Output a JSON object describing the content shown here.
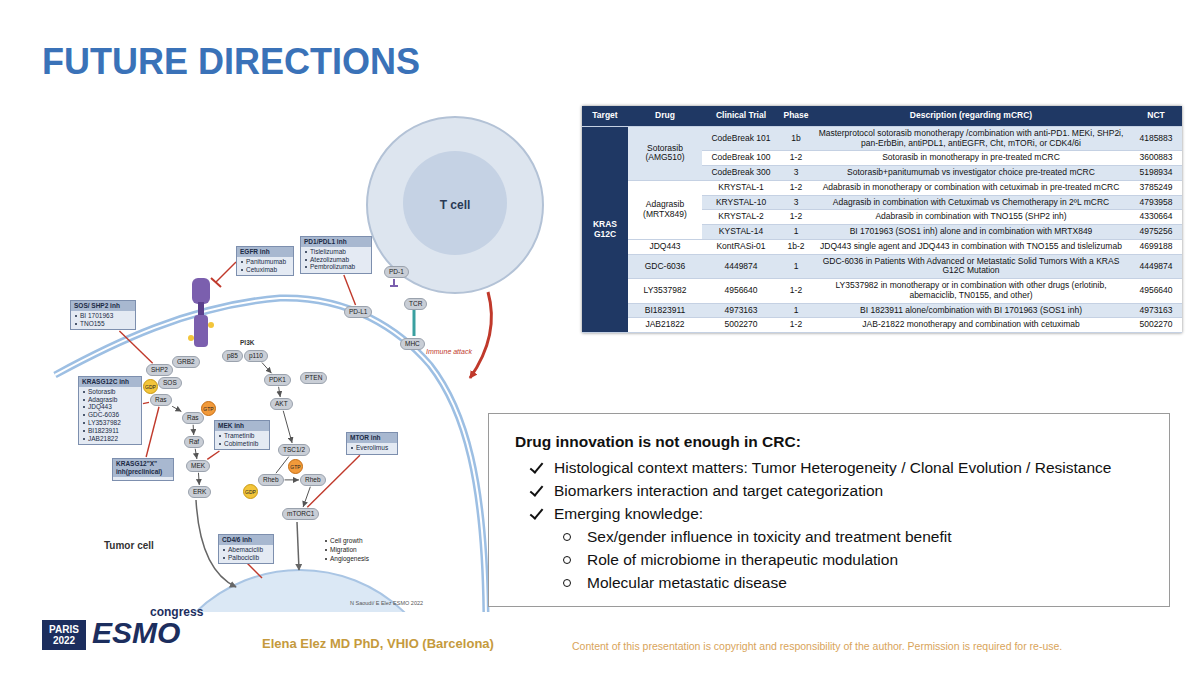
{
  "diagram": {
    "title": "FUTURE DIRECTIONS",
    "nodes": [
      {
        "text": [
          "PD1/PDL1 inh",
          "Tislelizumab",
          "Atezolizumab",
          "Pembrolizumab"
        ]
      },
      {
        "text": [
          "EGFR inh",
          "Panitumumab",
          "Cetuximab"
        ]
      },
      {
        "text": [
          "T cell"
        ]
      },
      {
        "text": [
          "SOS/ SHP2 inh",
          "BI 1701963",
          "TNO155"
        ]
      },
      {
        "text": [
          "KRASG12C inh",
          "Sotorasib",
          "Adagrasib",
          "JDQ443",
          "GDC-6036",
          "LY3537982",
          "BI1823911",
          "JAB21822"
        ]
      },
      {
        "text": [
          "MEK inh",
          "Trametinib",
          "Cobimetinib"
        ]
      },
      {
        "text": [
          "KRASG12\"X\" inh(preclinical)"
        ]
      },
      {
        "text": [
          "MTOR inh",
          "Everolimus"
        ]
      },
      {
        "text": [
          "CD4/6 inh",
          "Abemaciclib",
          "Palbociclib"
        ]
      },
      {
        "text": [
          "SHP2"
        ]
      },
      {
        "text": [
          "GRB2"
        ]
      },
      {
        "text": [
          "SOS"
        ]
      },
      {
        "text": [
          "Ras"
        ]
      },
      {
        "text": [
          "GDP"
        ]
      },
      {
        "text": [
          "GTP"
        ]
      },
      {
        "text": [
          "Ras"
        ]
      },
      {
        "text": [
          "Raf"
        ]
      },
      {
        "text": [
          "MEK"
        ]
      },
      {
        "text": [
          "ERK"
        ]
      },
      {
        "text": [
          "p85"
        ]
      },
      {
        "text": [
          "p110"
        ]
      },
      {
        "text": [
          "PDK1"
        ]
      },
      {
        "text": [
          "PTEN"
        ]
      },
      {
        "text": [
          "AKT"
        ]
      },
      {
        "text": [
          "TSC1/2"
        ]
      },
      {
        "text": [
          "Rheb"
        ]
      },
      {
        "text": [
          "GDP"
        ]
      },
      {
        "text": [
          "Rheb"
        ]
      },
      {
        "text": [
          "GTP"
        ]
      },
      {
        "text": [
          "mTORC1"
        ]
      },
      {
        "text": [
          "PD-1"
        ]
      },
      {
        "text": [
          "PD-L1"
        ]
      },
      {
        "text": [
          "TCR"
        ]
      },
      {
        "text": [
          "MHC"
        ]
      },
      {
        "text": [
          "Drug innovation is not enough in CRC:",
          "Histological context matters: Tumor Heterogeneity / Clonal Evolution / Resistance",
          "Biomarkers interaction and target categorization",
          "Emerging knowledge:",
          "Sex/gender influence in toxicity and treatment benefit",
          "Role of microbiome in therapeutic modulation",
          "Molecular metastatic disease"
        ]
      },
      {
        "text": [
          "PARIS 2022"
        ]
      }
    ],
    "edges": [
      {
        "from": 12,
        "to": 15,
        "arrow": "to"
      },
      {
        "from": 15,
        "to": 16,
        "arrow": "to"
      },
      {
        "from": 16,
        "to": 17,
        "arrow": "to"
      },
      {
        "from": 17,
        "to": 18,
        "arrow": "to"
      },
      {
        "from": 20,
        "to": 21,
        "arrow": "to"
      },
      {
        "from": 21,
        "to": 23,
        "arrow": "to"
      },
      {
        "from": 23,
        "to": 24,
        "arrow": "to"
      },
      {
        "from": 24,
        "to": 25,
        "arrow": "none"
      },
      {
        "from": 25,
        "to": 27,
        "arrow": "to"
      },
      {
        "from": 27,
        "to": 29,
        "arrow": "to"
      },
      {
        "from": 3,
        "to": 9,
        "arrow": "none"
      },
      {
        "from": 4,
        "to": 12,
        "arrow": "none"
      },
      {
        "from": 6,
        "to": 12,
        "arrow": "none"
      },
      {
        "from": 5,
        "to": 17,
        "arrow": "none"
      },
      {
        "from": 7,
        "to": 29,
        "arrow": "none"
      },
      {
        "from": 0,
        "to": 31,
        "arrow": "none"
      }
    ],
    "labels": [
      "Target",
      "Drug",
      "Clinical Trial",
      "Phase",
      "Description (regarding mCRC)",
      "NCT",
      "KRAS G12C",
      "Sotorasib (AMG510)",
      "CodeBreak 101",
      "1b",
      "Masterprotocol sotorasib monotherapy /combination with anti-PD1. MEKi, SHP2i, pan-ErbBin, antiPDL1, antiEGFR, Cht, mTORi, or CDK4/6i",
      "4185883",
      "CodeBreak 100",
      "1-2",
      "Sotorasib in monotherapy in pre-treated mCRC",
      "3600883",
      "CodeBreak 300",
      "3",
      "Sotorasib+panitumumab vs investigator choice pre-treated mCRC",
      "5198934",
      "Adagrasib (MRTX849)",
      "KRYSTAL-1",
      "1-2",
      "Adabrasib in monotherapy or combination with cetuximab in pre-treated mCRC",
      "3785249",
      "KRYSTAL-10",
      "3",
      "Adagrasib in combination with Cetuximab vs Chemotherapy in 2ºL mCRC",
      "4793958",
      "KRYSTAL-2",
      "1-2",
      "Adabrasib in combination with TNO155 (SHP2 inh)",
      "4330664",
      "KYSTAL-14",
      "1",
      "BI 1701963 (SOS1 inh) alone and in combination with MRTX849",
      "4975256",
      "JDQ443",
      "KontRASi-01",
      "1b-2",
      "JDQ443 single agent and JDQ443 in combination with TNO155 and tislelizumab",
      "4699188",
      "GDC-6036",
      "4449874",
      "1",
      "GDC-6036 in Patients With Advanced or Metastatic Solid Tumors With a KRAS G12C Mutation",
      "4449874",
      "LY3537982",
      "4956640",
      "1-2",
      "LY3537982 in monotherapy or in combination with other drugs (erlotinib, abemaciclib, TN0155, and other)",
      "4956640",
      "BI1823911",
      "4973163",
      "1",
      "BI 1823911 alone/combination with BI 1701963 (SOS1 inh)",
      "4973163",
      "JAB21822",
      "5002270",
      "1-2",
      "JAB-21822 monotherapy and combination with cetuximab",
      "5002270",
      "PI3K",
      "Immune attack",
      "Tumor cell",
      "Cell growth",
      "Migration",
      "Angiogenesis",
      "N Saoudi/ E Elez ESMO 2022",
      "ESMO",
      "congress",
      "Elena Elez MD PhD, VHIO (Barcelona)",
      "Content of this presentation is copyright and responsibility of the author. Permission is required for re-use."
    ]
  }
}
